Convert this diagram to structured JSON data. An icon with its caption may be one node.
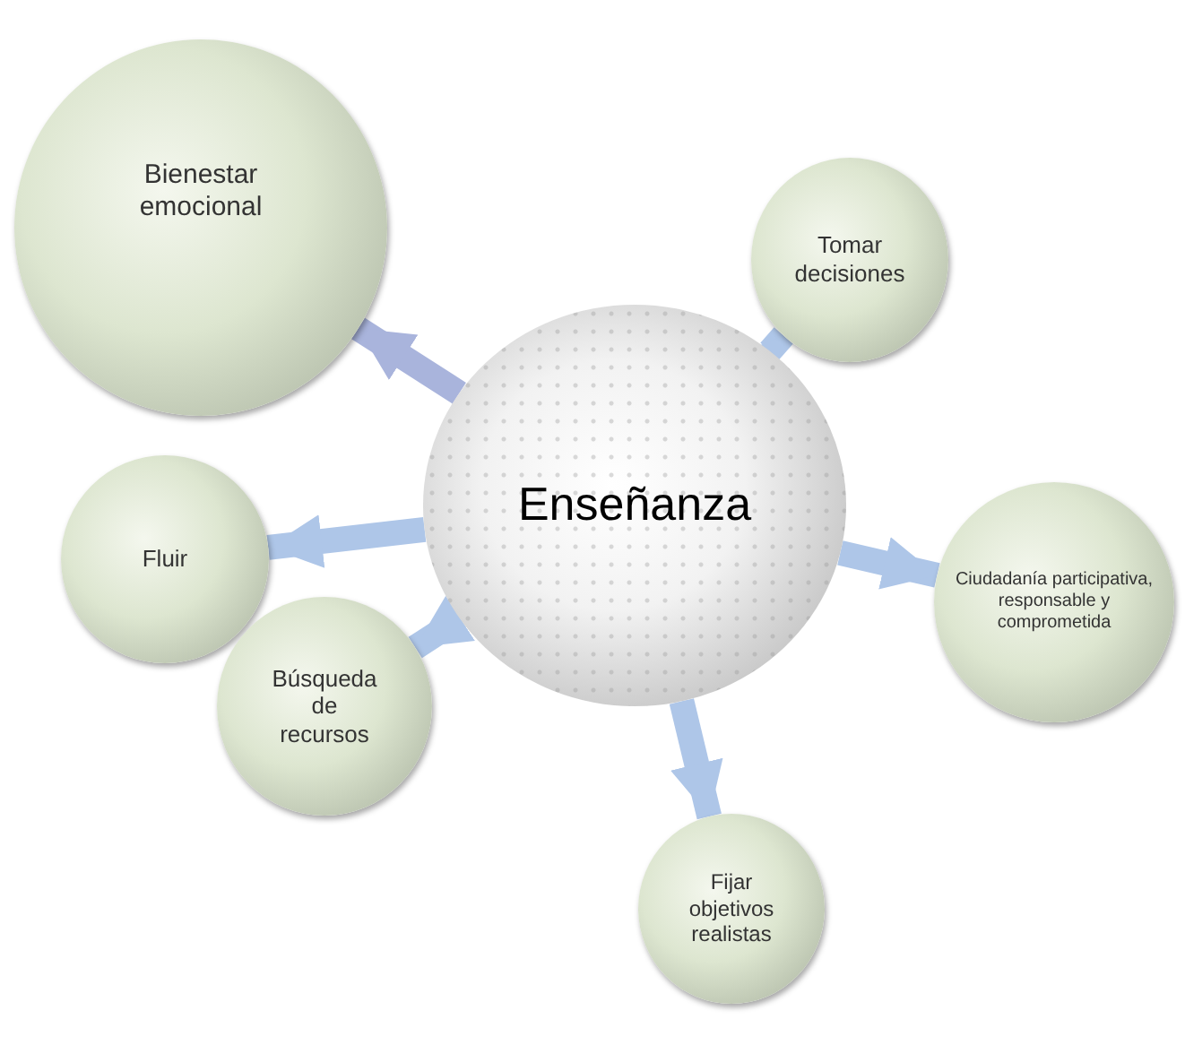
{
  "diagram": {
    "nodes": [
      {
        "text": [
          "Enseñanza"
        ]
      },
      {
        "text": [
          "Bienestar emocional"
        ]
      },
      {
        "text": [
          "Tomar decisiones"
        ]
      },
      {
        "text": [
          "Fluir"
        ]
      },
      {
        "text": [
          "Ciudadanía participativa, responsable y comprometida"
        ]
      },
      {
        "text": [
          "Búsqueda de recursos"
        ]
      },
      {
        "text": [
          "Fijar objetivos realistas"
        ]
      }
    ],
    "edges": [
      {
        "from": 0,
        "to": 1,
        "arrow": "to",
        "color": "#a9b4dc"
      },
      {
        "from": 0,
        "to": 2,
        "arrow": "to"
      },
      {
        "from": 0,
        "to": 3,
        "arrow": "to"
      },
      {
        "from": 0,
        "to": 4,
        "arrow": "to"
      },
      {
        "from": 0,
        "to": 5,
        "arrow": "to"
      },
      {
        "from": 0,
        "to": 6,
        "arrow": "to"
      }
    ]
  }
}
